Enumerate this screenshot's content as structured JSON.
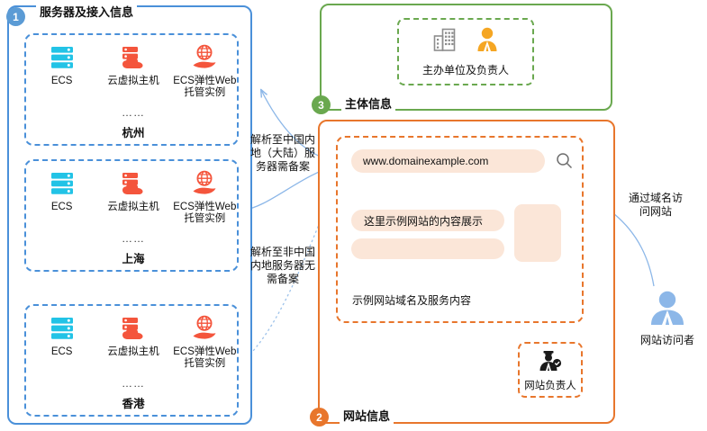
{
  "panels": {
    "servers": {
      "badge": "1",
      "title": "服务器及接入信息",
      "color": "#4a90d9",
      "regions": [
        {
          "name": "杭州",
          "dots": "……",
          "items": [
            {
              "label": "ECS",
              "icon": "server-stack-icon"
            },
            {
              "label": "云虚拟主机",
              "icon": "cloud-server-icon"
            },
            {
              "label": "ECS弹性Web托管实例",
              "icon": "globe-hand-icon"
            }
          ]
        },
        {
          "name": "上海",
          "dots": "……",
          "items": [
            {
              "label": "ECS",
              "icon": "server-stack-icon"
            },
            {
              "label": "云虚拟主机",
              "icon": "cloud-server-icon"
            },
            {
              "label": "ECS弹性Web托管实例",
              "icon": "globe-hand-icon"
            }
          ]
        },
        {
          "name": "香港",
          "dots": "……",
          "items": [
            {
              "label": "ECS",
              "icon": "server-stack-icon"
            },
            {
              "label": "云虚拟主机",
              "icon": "cloud-server-icon"
            },
            {
              "label": "ECS弹性Web托管实例",
              "icon": "globe-hand-icon"
            }
          ]
        }
      ]
    },
    "entity": {
      "badge": "3",
      "title": "主体信息",
      "color": "#6aa84f",
      "caption": "主办单位及负责人",
      "icons": [
        "building-icon",
        "person-suit-icon"
      ]
    },
    "website": {
      "badge": "2",
      "title": "网站信息",
      "color": "#e8762c",
      "url": "www.domainexample.com",
      "search_icon": "search-icon",
      "content_line": "这里示例网站的内容展示",
      "footer": "示例网站域名及服务内容",
      "owner": {
        "label": "网站负责人",
        "icon": "site-manager-icon"
      }
    }
  },
  "annotations": {
    "resolve_mainland": "解析至中国内地（大陆）服务器需备案",
    "resolve_non_mainland": "解析至非中国内地服务器无需备案",
    "access_by_domain": "通过域名访问网站"
  },
  "visitor": {
    "label": "网站访问者",
    "icon": "visitor-icon",
    "color": "#8cb7e8"
  },
  "colors": {
    "blue": "#4a90d9",
    "green": "#6aa84f",
    "orange": "#e8762c",
    "cyan_icon": "#22c3e6",
    "orange_icon": "#f4553c",
    "amber_icon": "#f5a623",
    "gray_icon": "#8d8d8d",
    "peach_fill": "#fbe6d8"
  }
}
